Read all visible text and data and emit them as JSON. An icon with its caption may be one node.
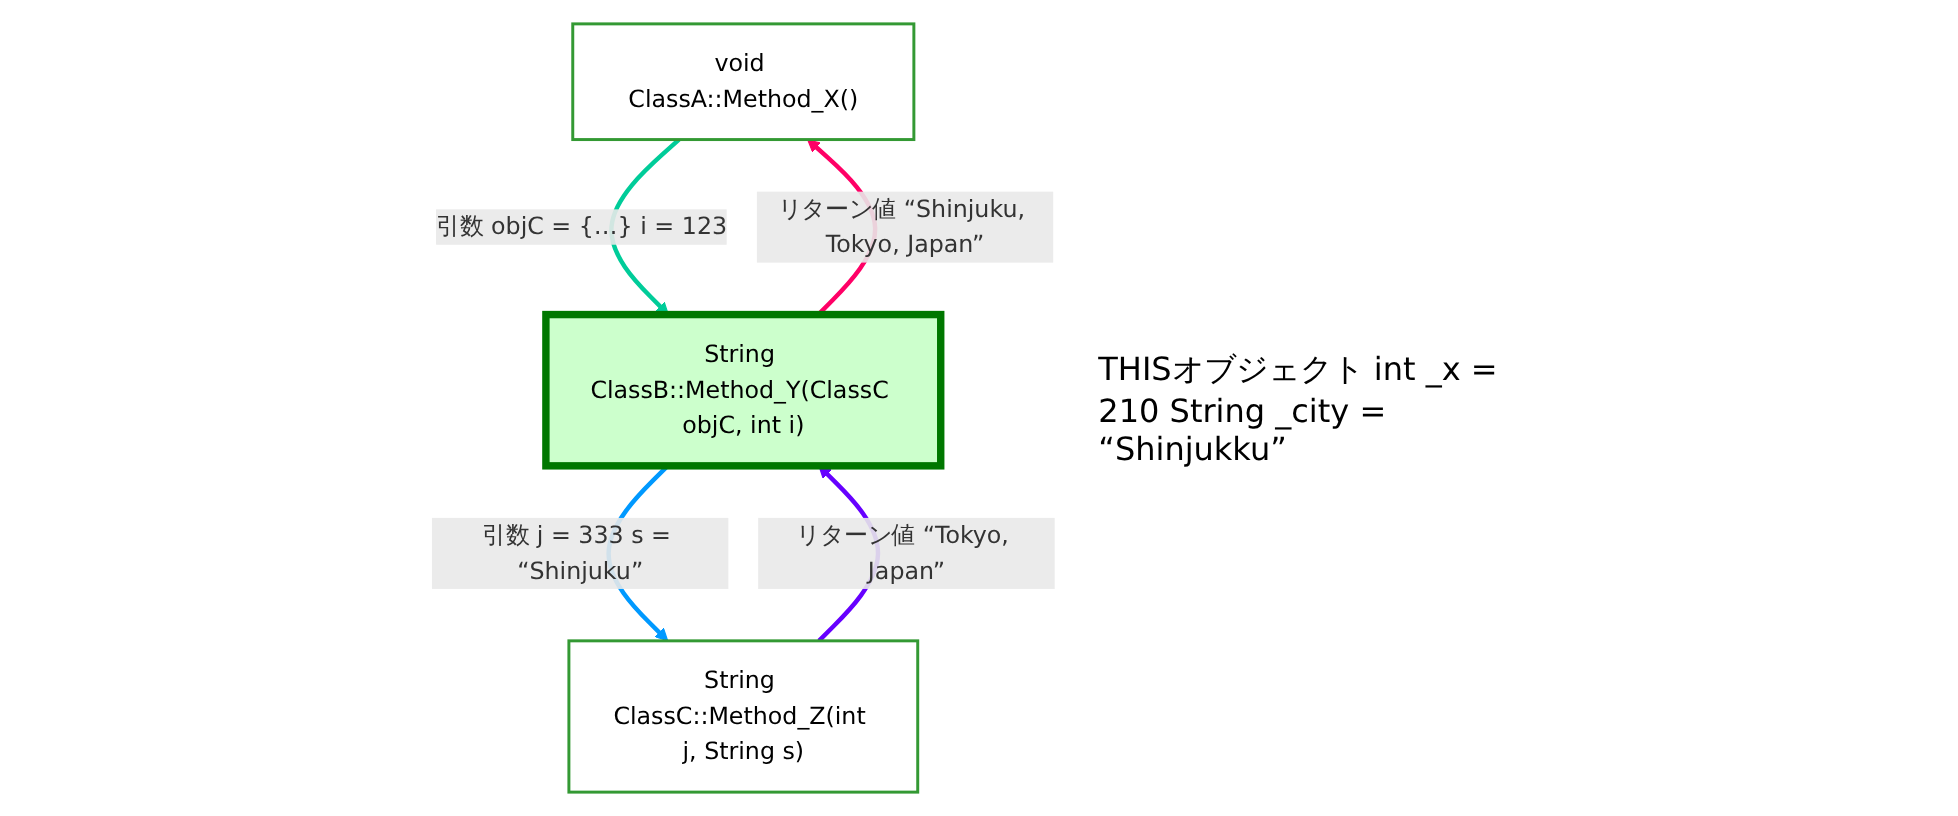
{
  "diagram": {
    "nodes": [
      {
        "text": [
          "void ClassA::Method_X()"
        ]
      },
      {
        "text": [
          "String ClassB::Method_Y(ClassC objC, int i)"
        ]
      },
      {
        "text": [
          "String ClassC::Method_Z(int j, String s)"
        ]
      }
    ],
    "edges": [
      {
        "from": 0,
        "to": 1,
        "arrow": "to",
        "label": "引数 objC = {…} i = 123",
        "color": "#00cc99"
      },
      {
        "from": 1,
        "to": 0,
        "arrow": "to",
        "label": "リターン値 “Shinjuku, Tokyo, Japan”",
        "color": "#ff0066"
      },
      {
        "from": 1,
        "to": 2,
        "arrow": "to",
        "label": "引数 j = 333 s = “Shinjuku”",
        "color": "#0099ff"
      },
      {
        "from": 2,
        "to": 1,
        "arrow": "to",
        "label": "リターン値 “Tokyo, Japan”",
        "color": "#6600ff"
      }
    ],
    "labels": [
      "THISオブジェクト int _x = 210 String _city = “Shinjukku”"
    ]
  }
}
